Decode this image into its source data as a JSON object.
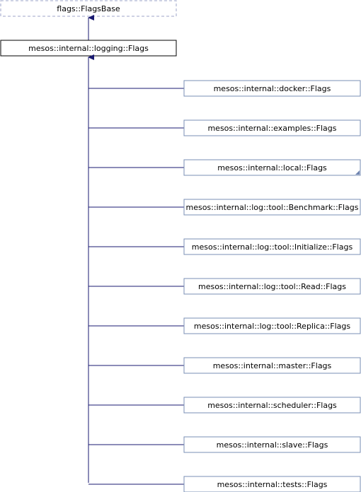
{
  "colors": {
    "line": "#191970",
    "box_fill": "#ffffff",
    "box_border": "#7a8fb4",
    "node_border": "#000000",
    "base_border": "#9ca5c9"
  },
  "base_class": {
    "label": "flags::FlagsBase",
    "style": "dashed"
  },
  "main_class": {
    "label": "mesos::internal::logging::Flags"
  },
  "derived": [
    {
      "label": "mesos::internal::docker::Flags",
      "has_more_marker": false
    },
    {
      "label": "mesos::internal::examples::Flags",
      "has_more_marker": false
    },
    {
      "label": "mesos::internal::local::Flags",
      "has_more_marker": true
    },
    {
      "label": "mesos::internal::log::tool::Benchmark::Flags",
      "has_more_marker": false
    },
    {
      "label": "mesos::internal::log::tool::Initialize::Flags",
      "has_more_marker": false
    },
    {
      "label": "mesos::internal::log::tool::Read::Flags",
      "has_more_marker": false
    },
    {
      "label": "mesos::internal::log::tool::Replica::Flags",
      "has_more_marker": false
    },
    {
      "label": "mesos::internal::master::Flags",
      "has_more_marker": false
    },
    {
      "label": "mesos::internal::scheduler::Flags",
      "has_more_marker": false
    },
    {
      "label": "mesos::internal::slave::Flags",
      "has_more_marker": false
    },
    {
      "label": "mesos::internal::tests::Flags",
      "has_more_marker": false
    }
  ]
}
